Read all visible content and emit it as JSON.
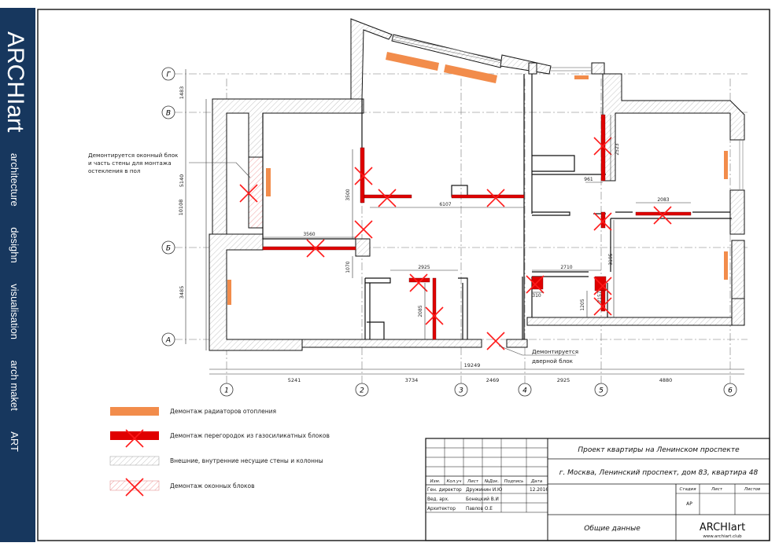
{
  "sidebar": {
    "brand": "ARCHIart",
    "tags": [
      "architecture",
      "desighn",
      "visualisation",
      "arch maket",
      "ART"
    ]
  },
  "axes": {
    "letters": [
      "Г",
      "В",
      "Б",
      "А"
    ],
    "numbers": [
      "1",
      "2",
      "3",
      "4",
      "5",
      "6"
    ],
    "left_dims": [
      "1483",
      "5140",
      "10108",
      "3485"
    ],
    "bottom_dims": [
      "5241",
      "3734",
      "2469",
      "2925",
      "4880"
    ],
    "total_width": "19249"
  },
  "interior_dims": [
    "3560",
    "3500",
    "1070",
    "6107",
    "2925",
    "2085",
    "961",
    "2523",
    "2083",
    "2710",
    "3195",
    "1205",
    "310",
    "2157"
  ],
  "annotations": {
    "window_note": [
      "Демонтируется оконный блок",
      "и часть стены для монтажа",
      "остекления в пол"
    ],
    "door_note": [
      "Демонтируется",
      "дверной блок"
    ]
  },
  "legend": [
    {
      "type": "radiator",
      "label": "Демонтаж радиаторов отопления"
    },
    {
      "type": "partition",
      "label": "Демонтаж перегородок из газосиликатных блоков"
    },
    {
      "type": "walls",
      "label": "Внешние, внутренние несущие стены и колонны"
    },
    {
      "type": "window",
      "label": "Демонтаж оконных блоков"
    }
  ],
  "title_block": {
    "project": "Проект квартиры на Ленинском проспекте",
    "address": "г. Москва, Ленинский проспект, дом 83, квартира 48",
    "headers": [
      "Изм.",
      "Кол.уч",
      "Лист",
      "№Док.",
      "Подпись",
      "Дата"
    ],
    "rows": [
      {
        "role": "Ген. директор",
        "name": "Дружинин И.Ю",
        "date": "12.2016"
      },
      {
        "role": "Вед. арх.",
        "name": "Бонецкий В.И",
        "date": ""
      },
      {
        "role": "Архитектор",
        "name": "Павлов О.Е",
        "date": ""
      }
    ],
    "sheet_title": "Общие данные",
    "stage_headers": [
      "Стадия",
      "Лист",
      "Листов"
    ],
    "stage": "АР",
    "logo": "ARCHIart",
    "url": "www.archiart.club"
  },
  "colors": {
    "sidebar": "#17375e",
    "radiator": "#f28c4b",
    "partition": "#e00000",
    "cross": "#ff1a1a"
  }
}
